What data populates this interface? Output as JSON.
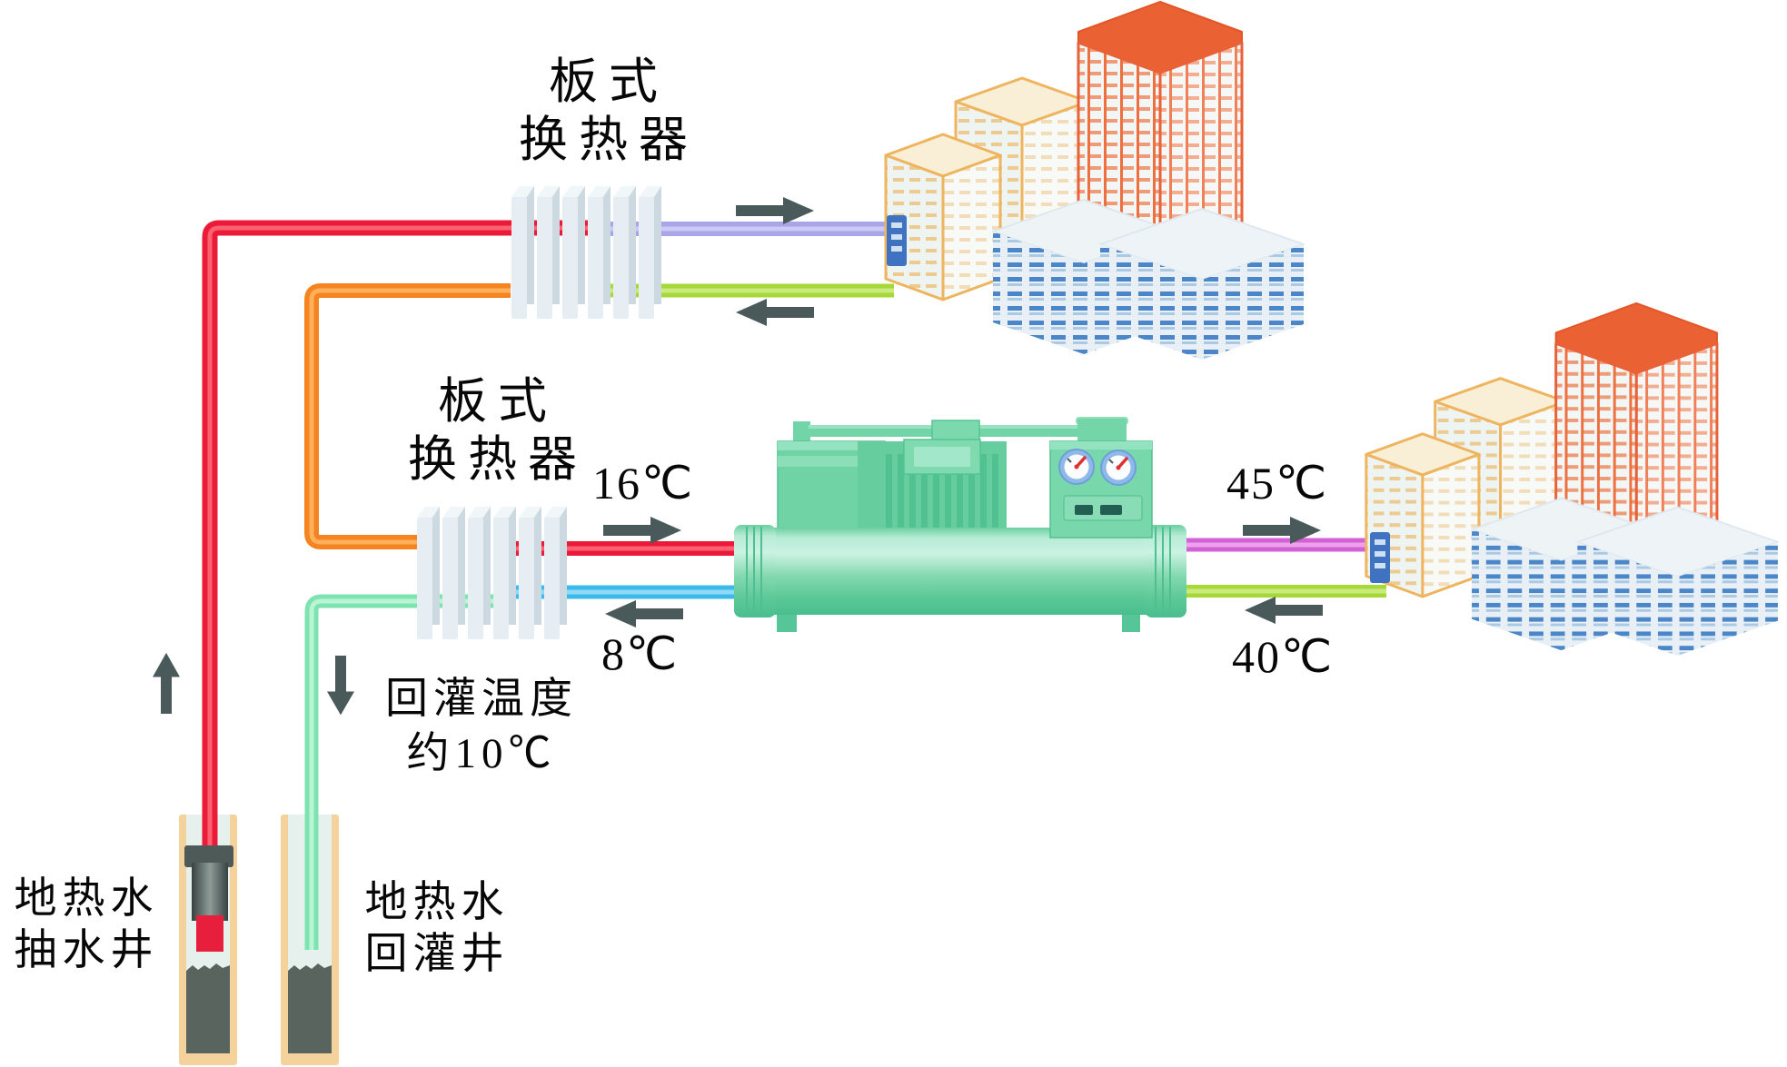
{
  "diagram": {
    "heat_exchanger_top": {
      "label_line1": "板式",
      "label_line2": "换热器"
    },
    "heat_exchanger_mid": {
      "label_line1": "板式",
      "label_line2": "换热器"
    },
    "temperatures": {
      "hx2_to_heatpump": "16℃",
      "heatpump_to_hx2": "8℃",
      "heatpump_supply": "45℃",
      "building_return": "40℃"
    },
    "reinjection_note": {
      "line1": "回灌温度",
      "line2": "约10℃"
    },
    "wells": {
      "pumping_well": {
        "line1": "地热水",
        "line2": "抽水井"
      },
      "reinjection_well": {
        "line1": "地热水",
        "line2": "回灌井"
      }
    },
    "colors": {
      "geothermal_supply_pipe": "#ec1a39",
      "geothermal_return_pipe": "#f58420",
      "district_supply_pipe": "#a8a5e9",
      "district_return_pipe": "#a6d838",
      "heatpump_supply_pipe": "#d55fd5",
      "chilled_return_pipe": "#3db9ec",
      "reinjection_pipe": "#7de4b0",
      "flow_arrow": "#4a5959",
      "heat_pump_body": "#6fd2a4",
      "well_casing": "#f3d29b",
      "well_water": "#e6f0ec",
      "sediment": "#59645f",
      "building_cream": "#f9efd6",
      "building_orange": "#ea6234",
      "building_blue": "#4a86c8"
    }
  }
}
